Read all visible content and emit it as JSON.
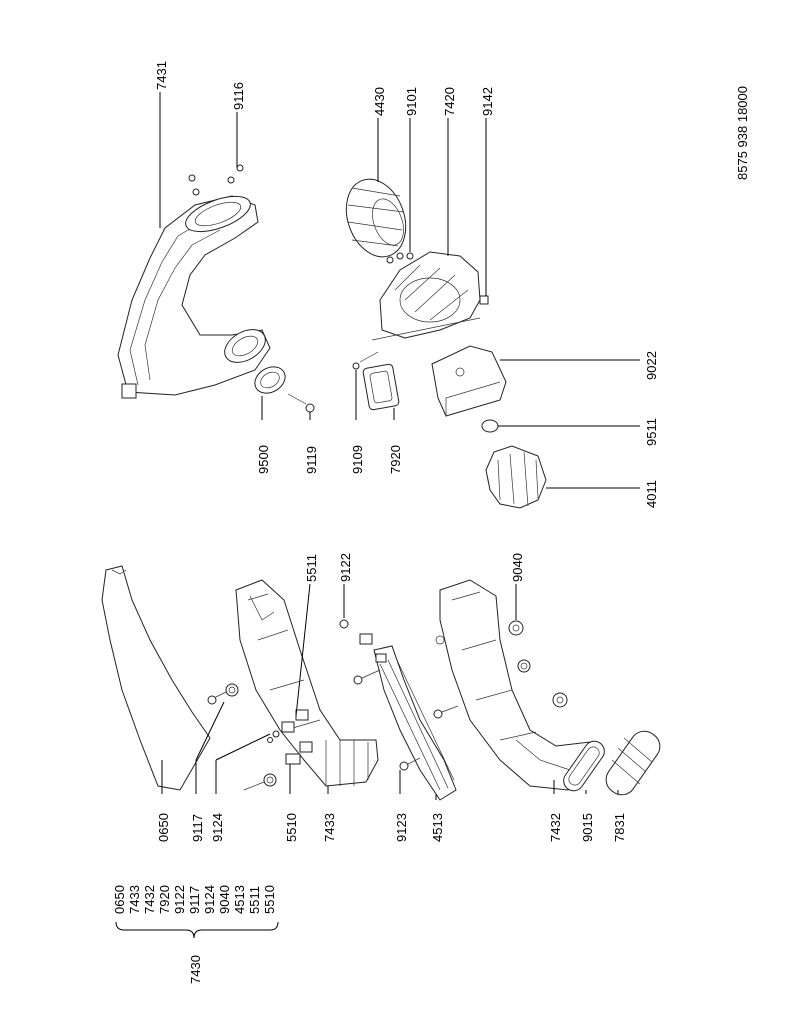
{
  "document_code": "8575 938 18000",
  "group": {
    "label": "7430",
    "members": [
      "0650",
      "7433",
      "7432",
      "7920",
      "9122",
      "9117",
      "9124",
      "9040",
      "4513",
      "5511",
      "5510"
    ]
  },
  "callouts": {
    "c7431": "7431",
    "c9116": "9116",
    "c9500": "9500",
    "c9119": "9119",
    "c4430": "4430",
    "c9101": "9101",
    "c7420": "7420",
    "c9142": "9142",
    "c9109": "9109",
    "c7920": "7920",
    "c9022": "9022",
    "c9511": "9511",
    "c4011": "4011",
    "c5511": "5511",
    "c9122": "9122",
    "c9040": "9040",
    "c0650": "0650",
    "c9117": "9117",
    "c9124": "9124",
    "c5510": "5510",
    "c7433": "7433",
    "c9123": "9123",
    "c4513": "4513",
    "c7432": "7432",
    "c9015": "9015",
    "c7831": "7831"
  }
}
